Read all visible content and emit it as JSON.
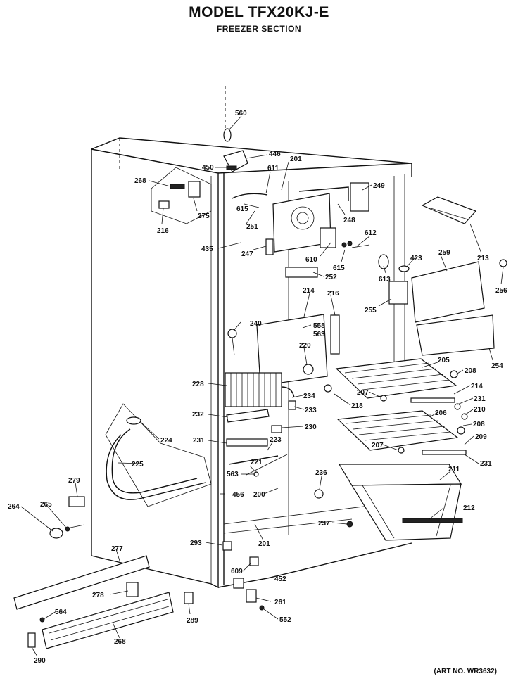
{
  "header": {
    "title": "MODEL TFX20KJ-E",
    "subtitle": "FREEZER SECTION"
  },
  "footer": {
    "art_number": "(ART NO. WR3632)"
  },
  "part_labels": [
    "560",
    "446",
    "450",
    "201",
    "611",
    "268",
    "249",
    "615",
    "275",
    "216",
    "251",
    "248",
    "612",
    "435",
    "247",
    "610",
    "615",
    "423",
    "259",
    "213",
    "613",
    "256",
    "252",
    "255",
    "214",
    "216",
    "240",
    "558",
    "563",
    "220",
    "205",
    "208",
    "254",
    "228",
    "234",
    "207",
    "214",
    "231",
    "232",
    "233",
    "218",
    "206",
    "210",
    "224",
    "230",
    "208",
    "231",
    "223",
    "209",
    "207",
    "231",
    "225",
    "221",
    "563",
    "211",
    "236",
    "279",
    "456",
    "200",
    "264",
    "265",
    "237",
    "212",
    "201",
    "277",
    "293",
    "609",
    "452",
    "278",
    "261",
    "564",
    "289",
    "552",
    "268",
    "290"
  ]
}
